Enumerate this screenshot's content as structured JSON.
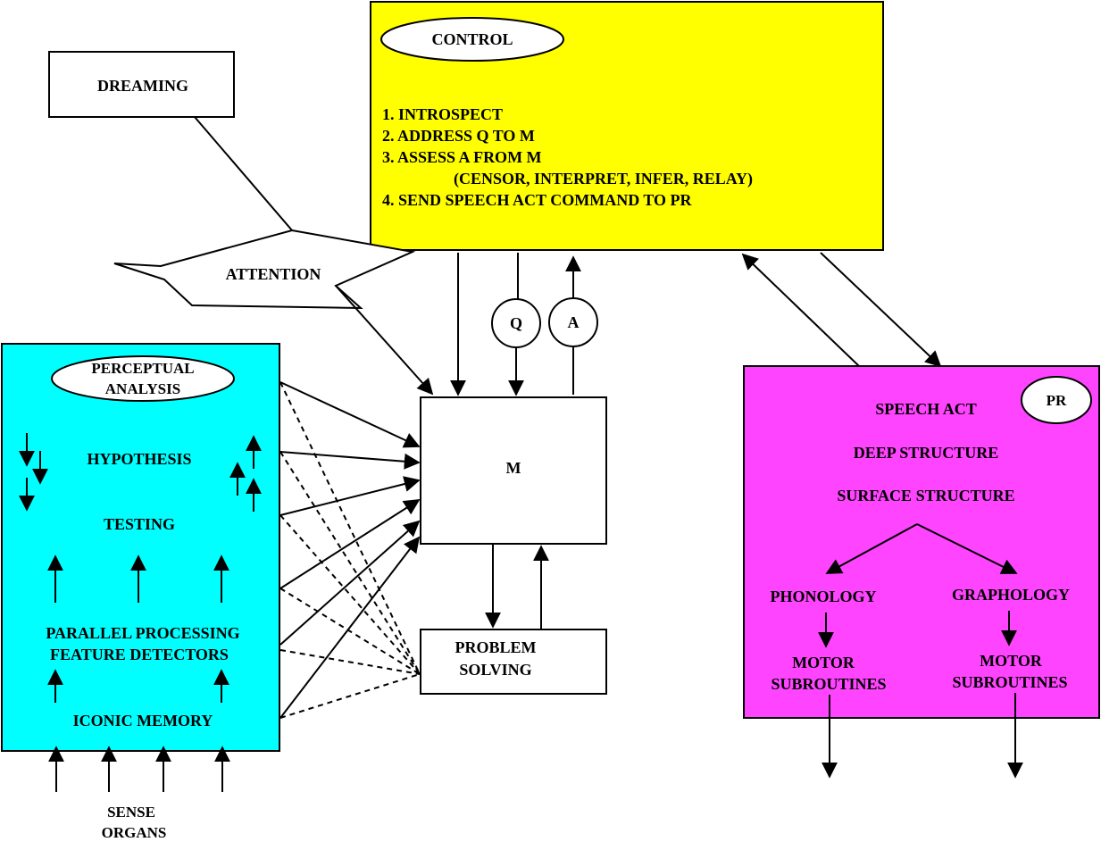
{
  "colors": {
    "control_fill": "#ffff00",
    "perceptual_fill": "#00ffff",
    "pr_fill": "#ff44ff",
    "line": "#000000",
    "background": "#ffffff"
  },
  "control": {
    "badge": "CONTROL",
    "steps": [
      "1. INTROSPECT",
      "2. ADDRESS Q TO M",
      "3. ASSESS A FROM M",
      "(CENSOR, INTERPRET, INFER, RELAY)",
      "4. SEND SPEECH ACT COMMAND TO PR"
    ]
  },
  "dreaming": {
    "label": "DREAMING"
  },
  "attention": {
    "label": "ATTENTION"
  },
  "q_node": {
    "label": "Q"
  },
  "a_node": {
    "label": "A"
  },
  "memory": {
    "label": "M"
  },
  "problem_solving": {
    "line1": "PROBLEM",
    "line2": "SOLVING"
  },
  "perceptual": {
    "badge_line1": "PERCEPTUAL",
    "badge_line2": "ANALYSIS",
    "hypothesis": "HYPOTHESIS",
    "testing": "TESTING",
    "parallel_processing": "PARALLEL PROCESSING",
    "feature_detectors": "FEATURE DETECTORS",
    "iconic_memory": "ICONIC MEMORY"
  },
  "sense_organs": {
    "line1": "SENSE",
    "line2": "ORGANS"
  },
  "pr": {
    "badge": "PR",
    "speech_act": "SPEECH ACT",
    "deep_structure": "DEEP STRUCTURE",
    "surface_structure": "SURFACE STRUCTURE",
    "phonology": "PHONOLOGY",
    "graphology": "GRAPHOLOGY",
    "motor_left_line1": "MOTOR",
    "motor_left_line2": "SUBROUTINES",
    "motor_right_line1": "MOTOR",
    "motor_right_line2": "SUBROUTINES"
  }
}
